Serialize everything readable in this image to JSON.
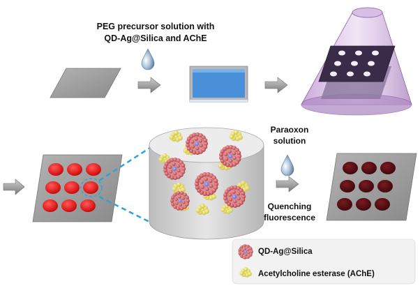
{
  "labels": {
    "precursor_line1": "PEG precursor solution with",
    "precursor_line2": "QD-Ag@Silica and AChE",
    "paraoxon_line1": "Paraoxon",
    "paraoxon_line2": "solution",
    "quenching_line1": "Quenching",
    "quenching_line2": "fluorescence"
  },
  "legend": {
    "qd": "QD-Ag@Silica",
    "ache": "Acetylcholine esterase (AChE)"
  },
  "colors": {
    "substrate": "#9a9a9a",
    "gel_layer": "#4a90d9",
    "mask": "#5e4a73",
    "uv_cone": "#c8a2d8",
    "red_well": "#e01b1b",
    "quenched_well": "#5a0f12",
    "arrow": "#8a8a8a",
    "zoom_line": "#2ba3d6",
    "cylinder": "#d6d6d6",
    "ache_protein": "#e8e16a",
    "qd_particle": "#c9505a"
  }
}
